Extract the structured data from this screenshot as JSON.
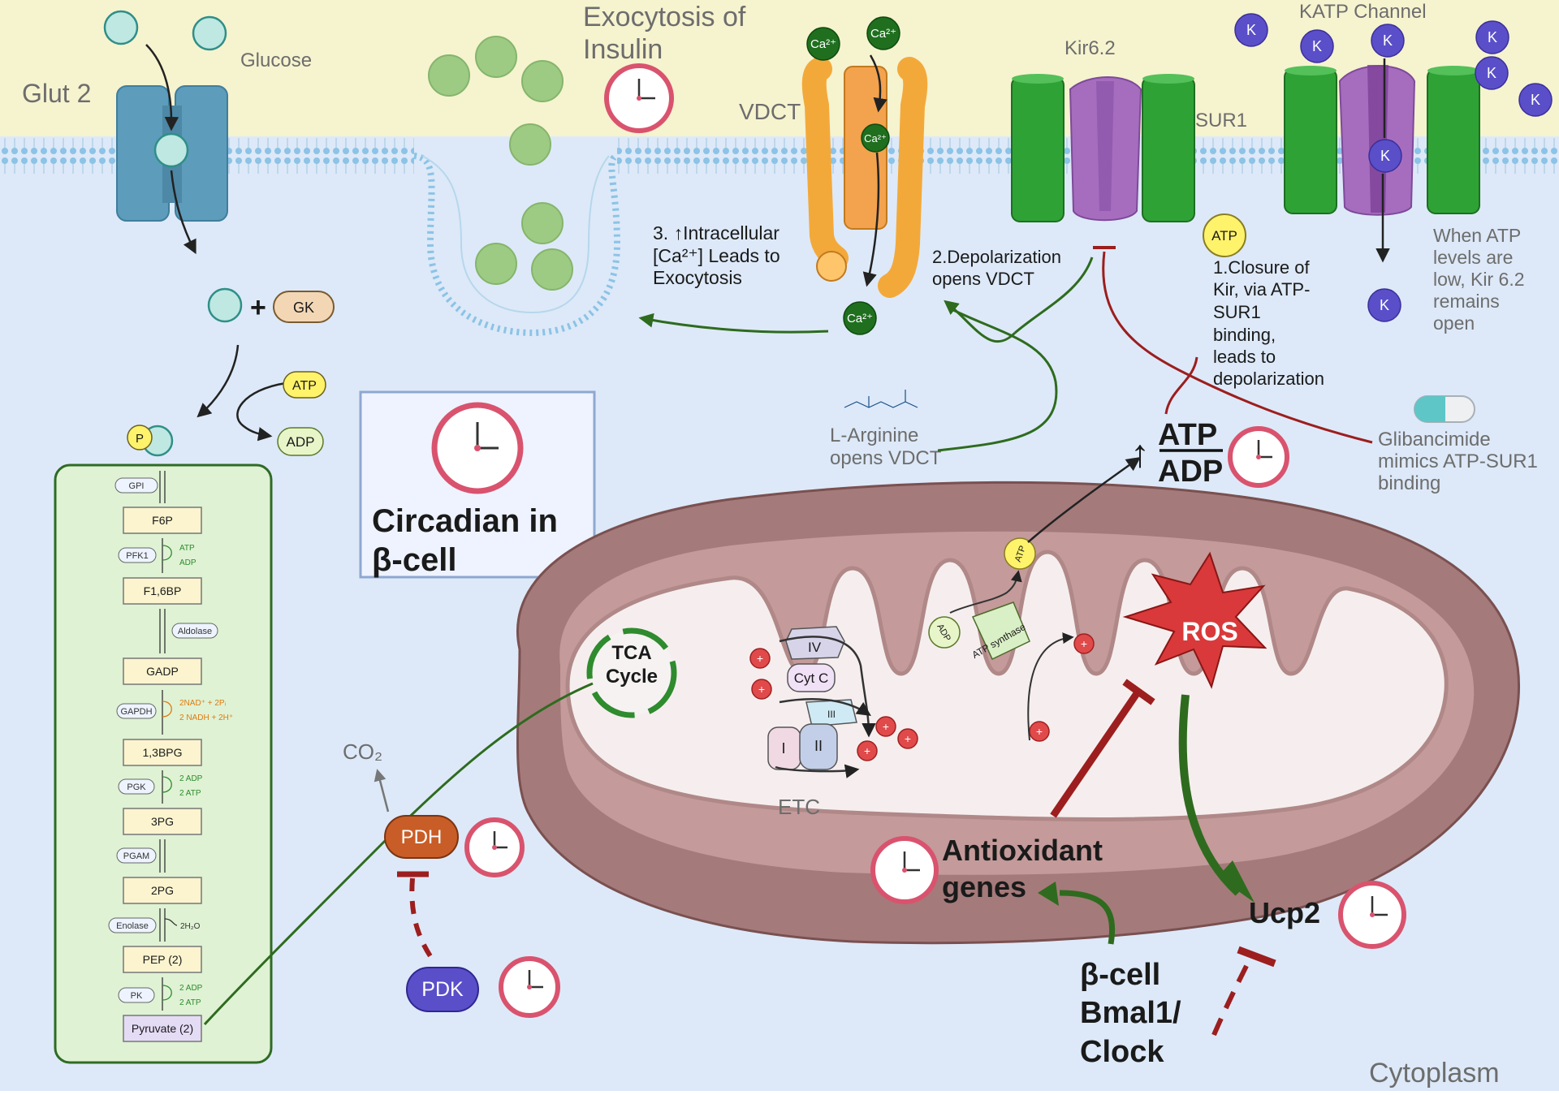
{
  "colors": {
    "membrane_band": "#f6f3cf",
    "cytoplasm": "#dde9f8",
    "glycolysis_box": "#dff2d4",
    "mito_outer": "#a57a7a",
    "clock_ring": "#d9536e",
    "potassium": "#5a4fc9",
    "calcium": "#1f6f1f",
    "green_arrow": "#2e6b1e",
    "inhibit_red": "#9c1e1e"
  },
  "labels": {
    "glut2": "Glut 2",
    "glucose": "Glucose",
    "gk": "GK",
    "plus": "+",
    "atp": "ATP",
    "adp": "ADP",
    "p": "P",
    "exocytosis_line1": "Exocytosis of",
    "exocytosis_line2": "Insulin",
    "vdct": "VDCT",
    "ca": "Ca²⁺",
    "kir62": "Kir6.2",
    "sur1": "SUR1",
    "katp": "KATP Channel",
    "k": "K",
    "step3_line1": "3. ↑Intracellular",
    "step3_line2": "[Ca²⁺] Leads to",
    "step3_line3": "Exocytosis",
    "step2_line1": "2.Depolarization",
    "step2_line2": "opens VDCT",
    "step1_lines": [
      "1.Closure of",
      "Kir, via ATP-",
      "SUR1",
      "binding,",
      "leads to",
      "depolarization"
    ],
    "katp_low_lines": [
      "When ATP",
      "levels are",
      "low, Kir 6.2",
      "remains",
      "open"
    ],
    "larginine_line1": "L-Arginine",
    "larginine_line2": "opens VDCT",
    "glib_lines": [
      "Glibancimide",
      "mimics ATP-SUR1",
      "binding"
    ],
    "ratio_num": "ATP",
    "ratio_den": "ADP",
    "up_arrow": "↑",
    "circadian_line1": "Circadian in",
    "circadian_line2": "β-cell",
    "tca_line1": "TCA",
    "tca_line2": "Cycle",
    "co2": "CO₂",
    "pdh": "PDH",
    "pdk": "PDK",
    "etc": "ETC",
    "complex_iv": "IV",
    "cyt_c": "Cyt C",
    "complex_iii": "III",
    "complex_i": "I",
    "complex_ii": "II",
    "atp_synthase": "ATP synthase",
    "adp_small": "ADP",
    "atp_small": "ATP",
    "proton": "+",
    "ros": "ROS",
    "antiox_line1": "Antioxidant",
    "antiox_line2": "genes",
    "bmal_line1": "β-cell",
    "bmal_line2": "Bmal1/",
    "bmal_line3": "Clock",
    "ucp2": "Ucp2",
    "cytoplasm": "Cytoplasm"
  },
  "glycolysis": {
    "metabolites": [
      "F6P",
      "F1,6BP",
      "GADP",
      "1,3BPG",
      "3PG",
      "2PG",
      "PEP (2)",
      "Pyruvate (2)"
    ],
    "enzymes": [
      "GPI",
      "PFK1",
      "Aldolase",
      "GAPDH",
      "PGK",
      "PGAM",
      "Enolase",
      "PK"
    ],
    "cofactors": {
      "pfk1": [
        "ATP",
        "ADP"
      ],
      "gapdh": [
        "2NAD⁺ + 2Pᵢ",
        "2 NADH + 2H⁺"
      ],
      "pgk": [
        "2 ADP",
        "2 ATP"
      ],
      "enolase": [
        "2H₂O"
      ],
      "pk": [
        "2 ADP",
        "2 ATP"
      ]
    }
  }
}
